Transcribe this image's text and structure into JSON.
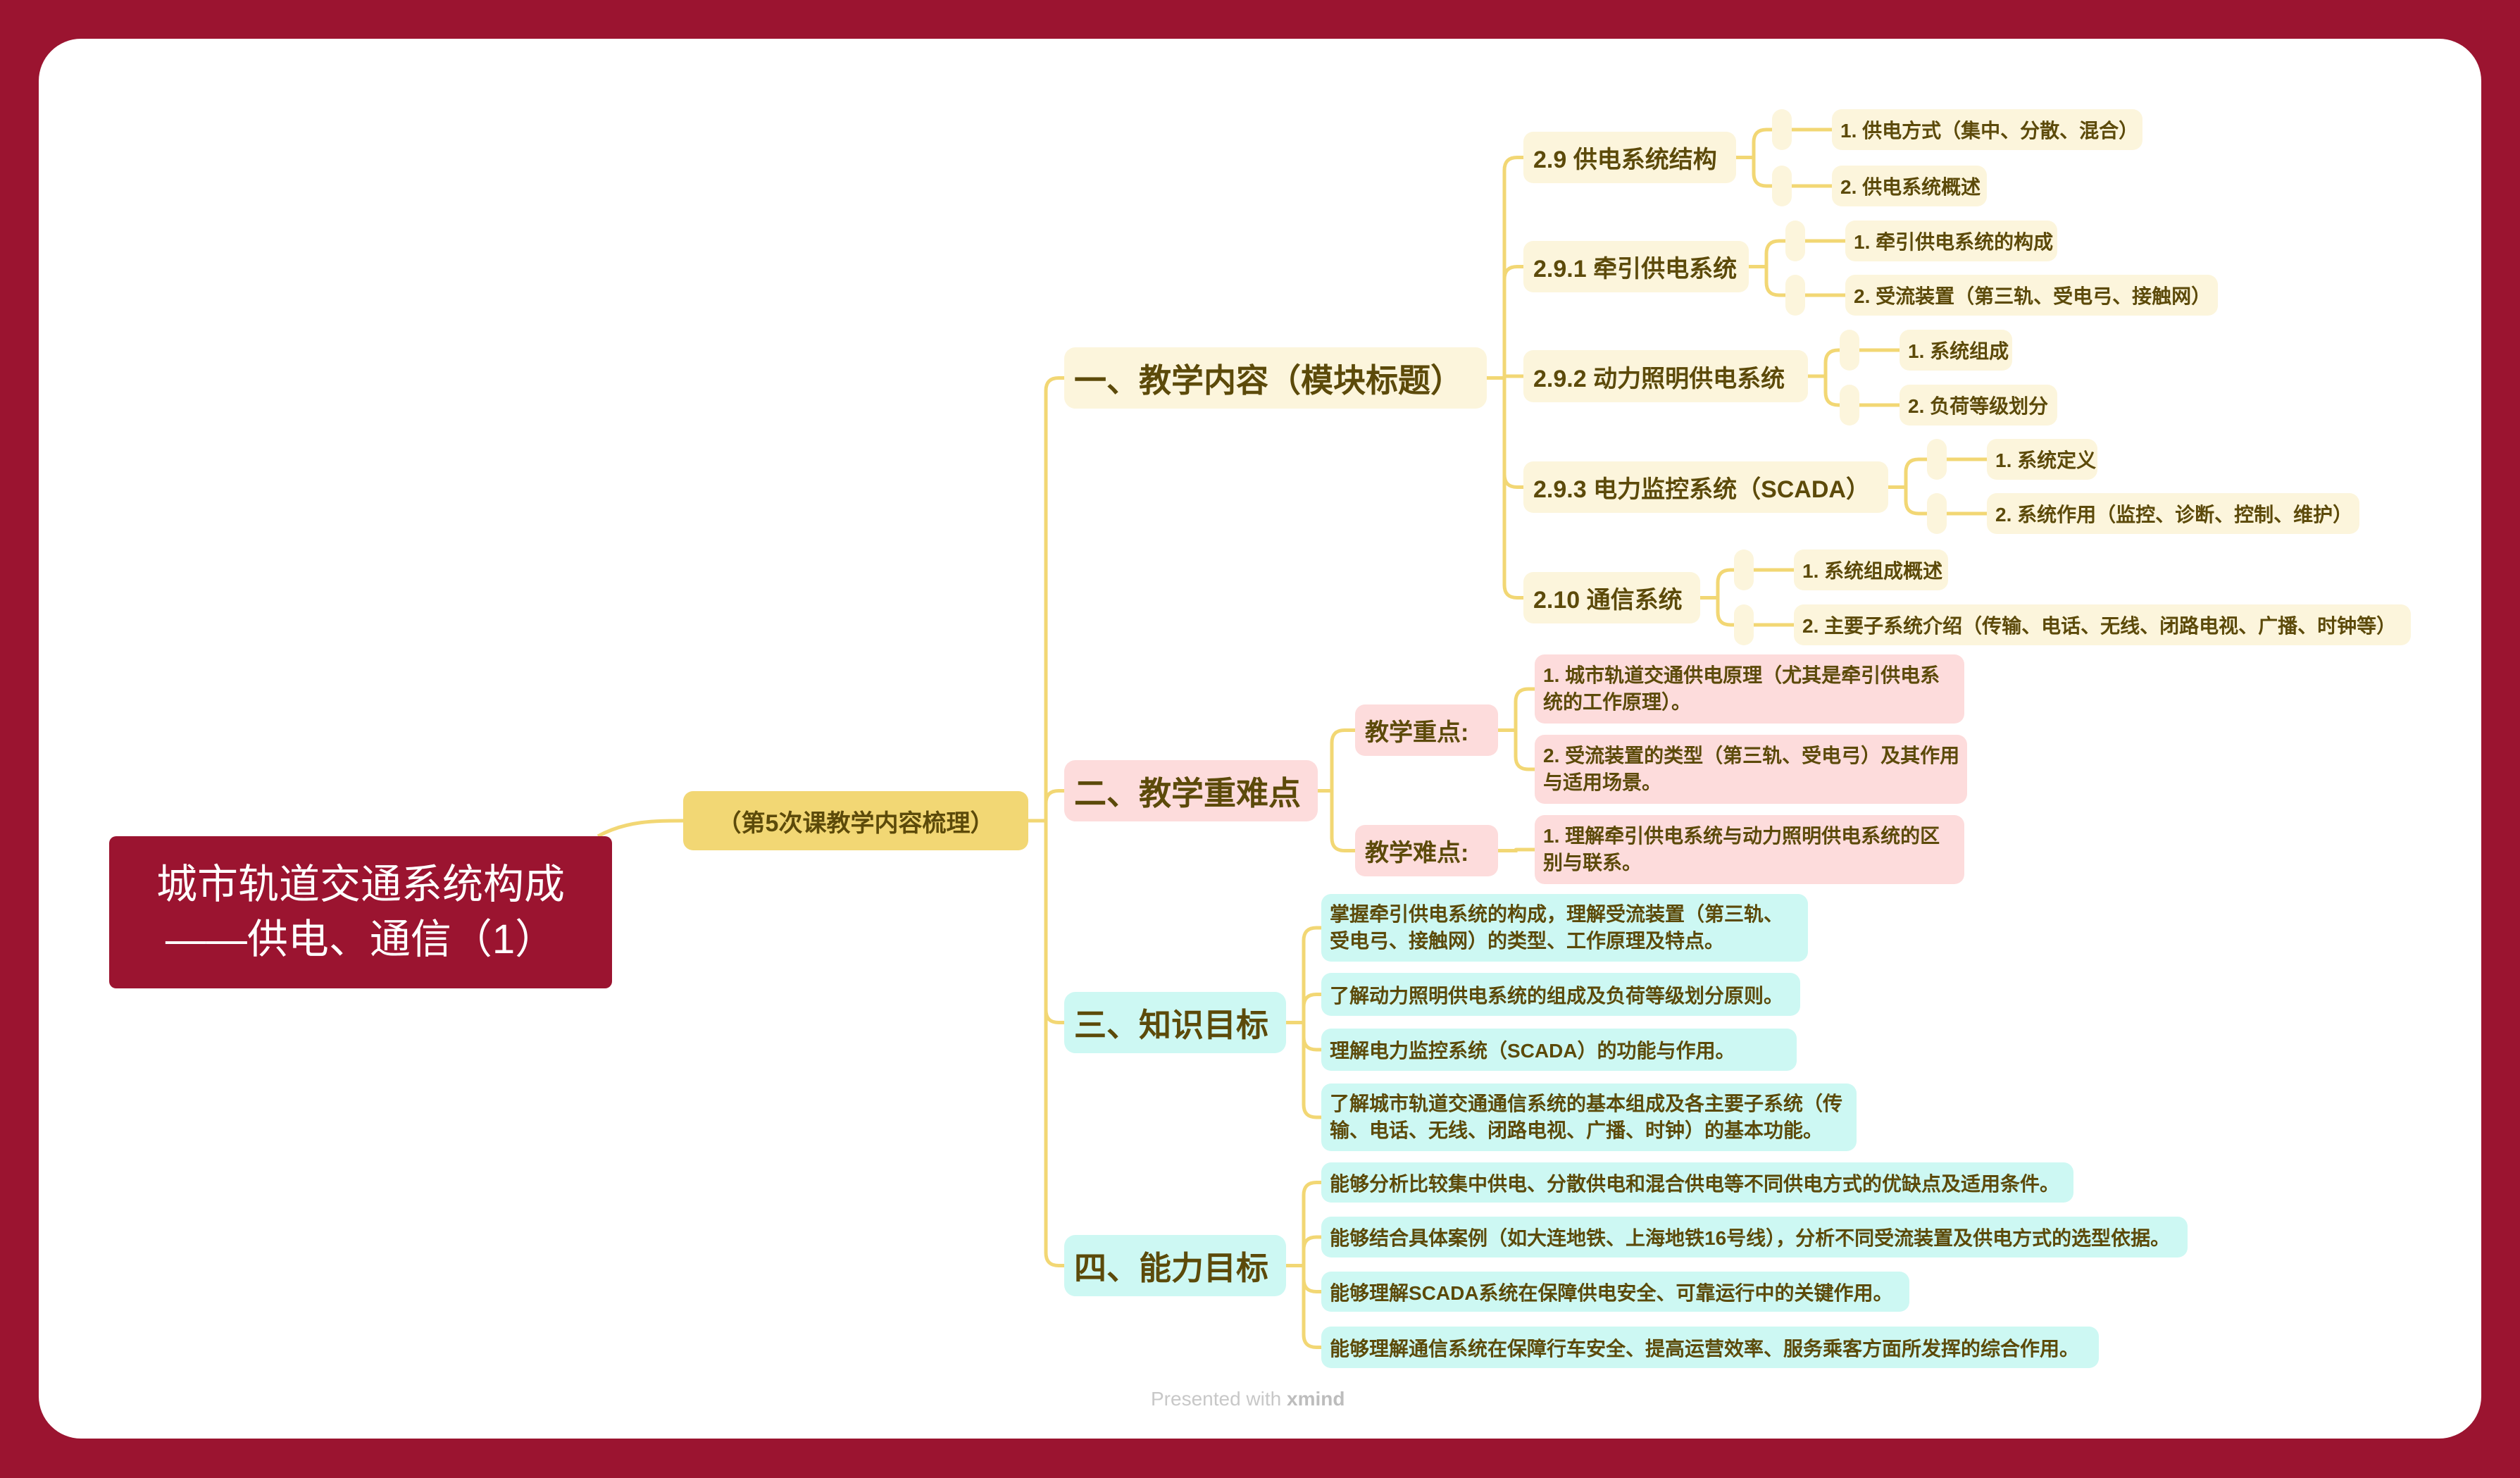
{
  "root": {
    "line1": "城市轨道交通系统构成",
    "line2": "——供电、通信（1）"
  },
  "subtitle": "（第5次课教学内容梳理）",
  "branches": [
    {
      "label": "一、教学内容（模块标题）",
      "topics": [
        {
          "label": "2.9 供电系统结构",
          "items": [
            "1. 供电方式（集中、分散、混合）",
            "2. 供电系统概述"
          ]
        },
        {
          "label": "2.9.1 牵引供电系统",
          "items": [
            "1. 牵引供电系统的构成",
            "2. 受流装置（第三轨、受电弓、接触网）"
          ]
        },
        {
          "label": "2.9.2 动力照明供电系统",
          "items": [
            "1. 系统组成",
            "2. 负荷等级划分"
          ]
        },
        {
          "label": "2.9.3 电力监控系统（SCADA）",
          "items": [
            "1. 系统定义",
            "2. 系统作用（监控、诊断、控制、维护）"
          ]
        },
        {
          "label": "2.10 通信系统",
          "items": [
            "1. 系统组成概述",
            "2. 主要子系统介绍（传输、电话、无线、闭路电视、广播、时钟等）"
          ]
        }
      ]
    },
    {
      "label": "二、教学重难点",
      "topics": [
        {
          "label": "教学重点:",
          "items": [
            "1. 城市轨道交通供电原理（尤其是牵引供电系统的工作原理）。",
            "2. 受流装置的类型（第三轨、受电弓）及其作用与适用场景。"
          ]
        },
        {
          "label": "教学难点:",
          "items": [
            "1. 理解牵引供电系统与动力照明供电系统的区别与联系。"
          ]
        }
      ]
    },
    {
      "label": "三、知识目标",
      "items": [
        "掌握牵引供电系统的构成，理解受流装置（第三轨、受电弓、接触网）的类型、工作原理及特点。",
        "了解动力照明供电系统的组成及负荷等级划分原则。",
        "理解电力监控系统（SCADA）的功能与作用。",
        "了解城市轨道交通通信系统的基本组成及各主要子系统（传输、电话、无线、闭路电视、广播、时钟）的基本功能。"
      ]
    },
    {
      "label": "四、能力目标",
      "items": [
        "能够分析比较集中供电、分散供电和混合供电等不同供电方式的优缺点及适用条件。",
        "能够结合具体案例（如大连地铁、上海地铁16号线），分析不同受流装置及供电方式的选型依据。",
        "能够理解SCADA系统在保障供电安全、可靠运行中的关键作用。",
        "能够理解通信系统在保障行车安全、提高运营效率、服务乘客方面所发挥的综合作用。"
      ]
    }
  ],
  "footer": {
    "prefix": "Presented with",
    "brand": "xmind"
  },
  "colors": {
    "frame": "#9b1430",
    "line": "#f2d774",
    "text": "#5c4a0a",
    "cream": "#fcf5dc",
    "pink": "#fddcdc",
    "cyan": "#cdf8f3"
  }
}
